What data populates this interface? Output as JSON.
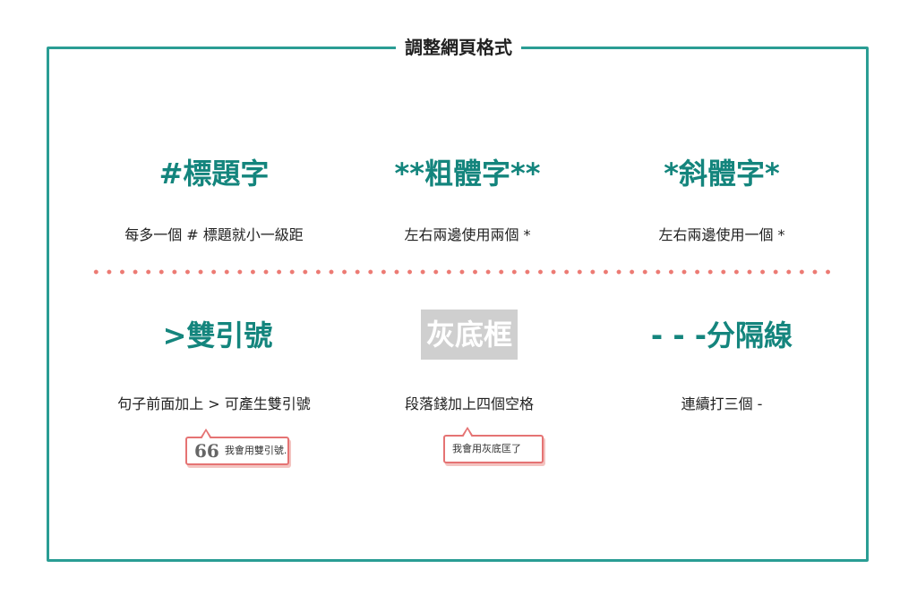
{
  "title": "調整網頁格式",
  "cards": [
    {
      "heading": "#標題字",
      "desc": "每多一個 # 標題就小一級距"
    },
    {
      "heading": "**粗體字**",
      "desc": "左右兩邊使用兩個 *"
    },
    {
      "heading": "*斜體字*",
      "desc": "左右兩邊使用一個 *"
    },
    {
      "heading": ">雙引號",
      "desc": "句子前面加上 > 可產生雙引號"
    },
    {
      "heading": "灰底框",
      "desc": "段落錢加上四個空格"
    },
    {
      "heading": "- - -分隔線",
      "desc": "連續打三個 -"
    }
  ],
  "bubbles": {
    "quote_mark": "66",
    "quote_text": "我會用雙引號.",
    "gray_text": "我會用灰底匡了"
  },
  "colors": {
    "frame": "#2a9d94",
    "heading": "#14857d",
    "divider_dots": "#ec7a73",
    "bubble_border": "#e57373",
    "gray_box": "#cfcfcf"
  }
}
